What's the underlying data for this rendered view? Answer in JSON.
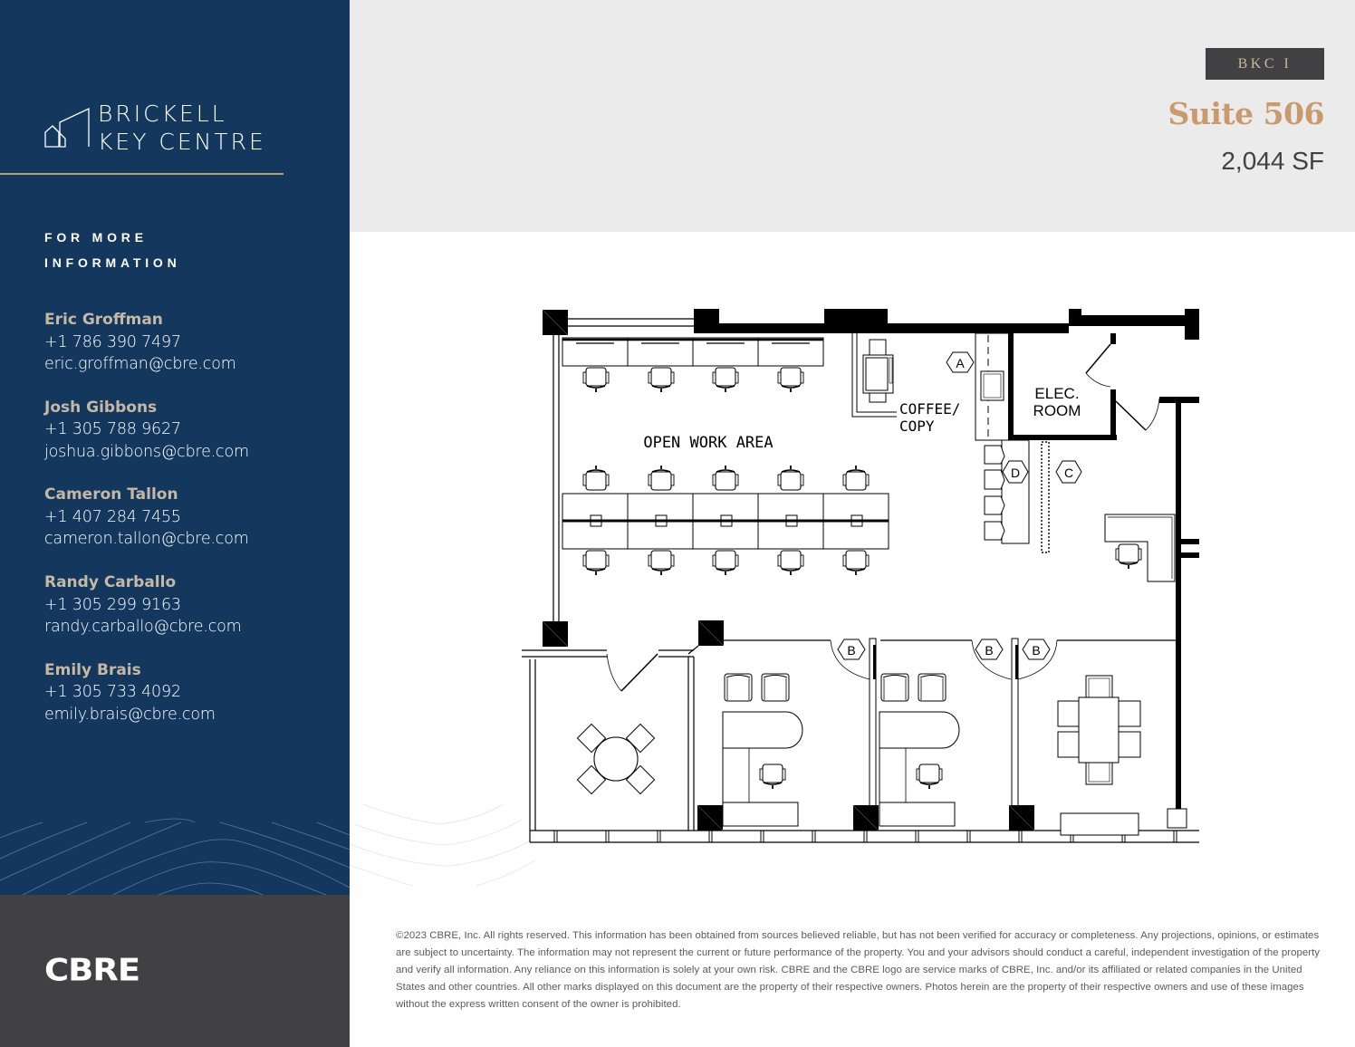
{
  "brand": {
    "logo_line1": "BRICKELL",
    "logo_line2": "KEY CENTRE",
    "company_logo": "CBRE",
    "colors": {
      "navy": "#14375e",
      "charcoal": "#414042",
      "gold": "#c99a6b",
      "header_bg": "#ebebeb"
    }
  },
  "sidebar": {
    "heading_line1": "FOR MORE",
    "heading_line2": "INFORMATION",
    "contacts": [
      {
        "name": "Eric Groffman",
        "phone": "+1 786 390 7497",
        "email": "eric.groffman@cbre.com"
      },
      {
        "name": "Josh Gibbons",
        "phone": "+1 305 788 9627",
        "email": "joshua.gibbons@cbre.com"
      },
      {
        "name": "Cameron Tallon",
        "phone": "+1 407 284 7455",
        "email": "cameron.tallon@cbre.com"
      },
      {
        "name": "Randy Carballo",
        "phone": "+1 305 299 9163",
        "email": "randy.carballo@cbre.com"
      },
      {
        "name": "Emily Brais",
        "phone": "+1 305 733 4092",
        "email": "emily.brais@cbre.com"
      }
    ]
  },
  "header": {
    "building": "BKC I",
    "suite": "Suite 506",
    "size": "2,044 SF"
  },
  "floorplan": {
    "labels": {
      "open_work_area": "OPEN WORK AREA",
      "coffee_copy_line1": "COFFEE/",
      "coffee_copy_line2": "COPY",
      "elec_room_line1": "ELEC.",
      "elec_room_line2": "ROOM"
    },
    "tags": [
      "A",
      "B",
      "B",
      "B",
      "C",
      "D"
    ]
  },
  "disclaimer": "©2023 CBRE, Inc. All rights reserved. This information has been obtained from sources believed reliable, but has not been verified for accuracy or completeness. Any projections, opinions, or estimates are subject to uncertainty. The information may not represent the current or future performance of the property. You and your advisors should conduct a careful, independent investigation of the property and verify all information. Any reliance on this information is solely at your own risk. CBRE and the CBRE logo are service marks of CBRE, Inc. and/or its affiliated or related companies in the United States and other countries. All other marks displayed on this document are the property of their respective owners. Photos herein are the property of their respective owners and use of these images without the express written consent of the owner is prohibited."
}
